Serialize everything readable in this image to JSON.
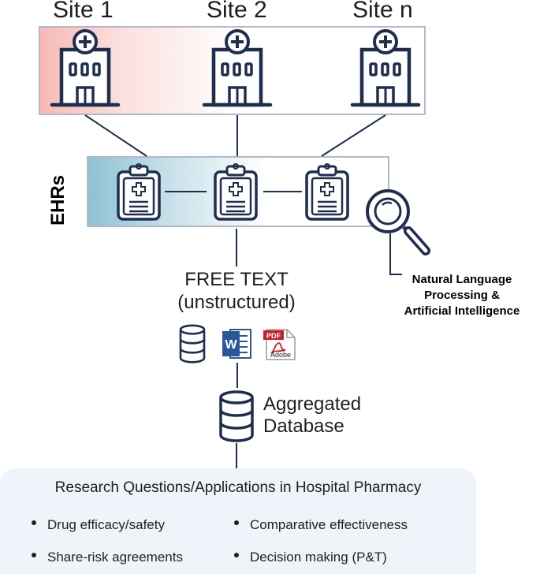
{
  "sites": [
    {
      "label": "Site 1"
    },
    {
      "label": "Site 2"
    },
    {
      "label": "Site n"
    }
  ],
  "ehr": {
    "label": "EHRs"
  },
  "free_text": {
    "line1": "FREE TEXT",
    "line2": "(unstructured)"
  },
  "file_icons": {
    "pdf_badge": "PDF",
    "adobe_label": "Adobe",
    "word_letter": "W"
  },
  "nlp": {
    "line1": "Natural Language",
    "line2": "Processing &",
    "line3": "Artificial Intelligence"
  },
  "aggregated": {
    "line1": "Aggregated",
    "line2": "Database"
  },
  "research": {
    "title": "Research Questions/Applications in Hospital Pharmacy",
    "bullets": [
      "Drug efficacy/safety",
      "Comparative effectiveness",
      "Share-risk agreements",
      "Decision making (P&T)"
    ]
  },
  "colors": {
    "icon_navy": "#1f2d4f",
    "word_blue": "#2b579a",
    "pdf_red": "#c5202b",
    "site_gradient": "#f6b9b5",
    "ehr_gradient": "#8fc1d2",
    "research_bg": "#eef4f9"
  }
}
